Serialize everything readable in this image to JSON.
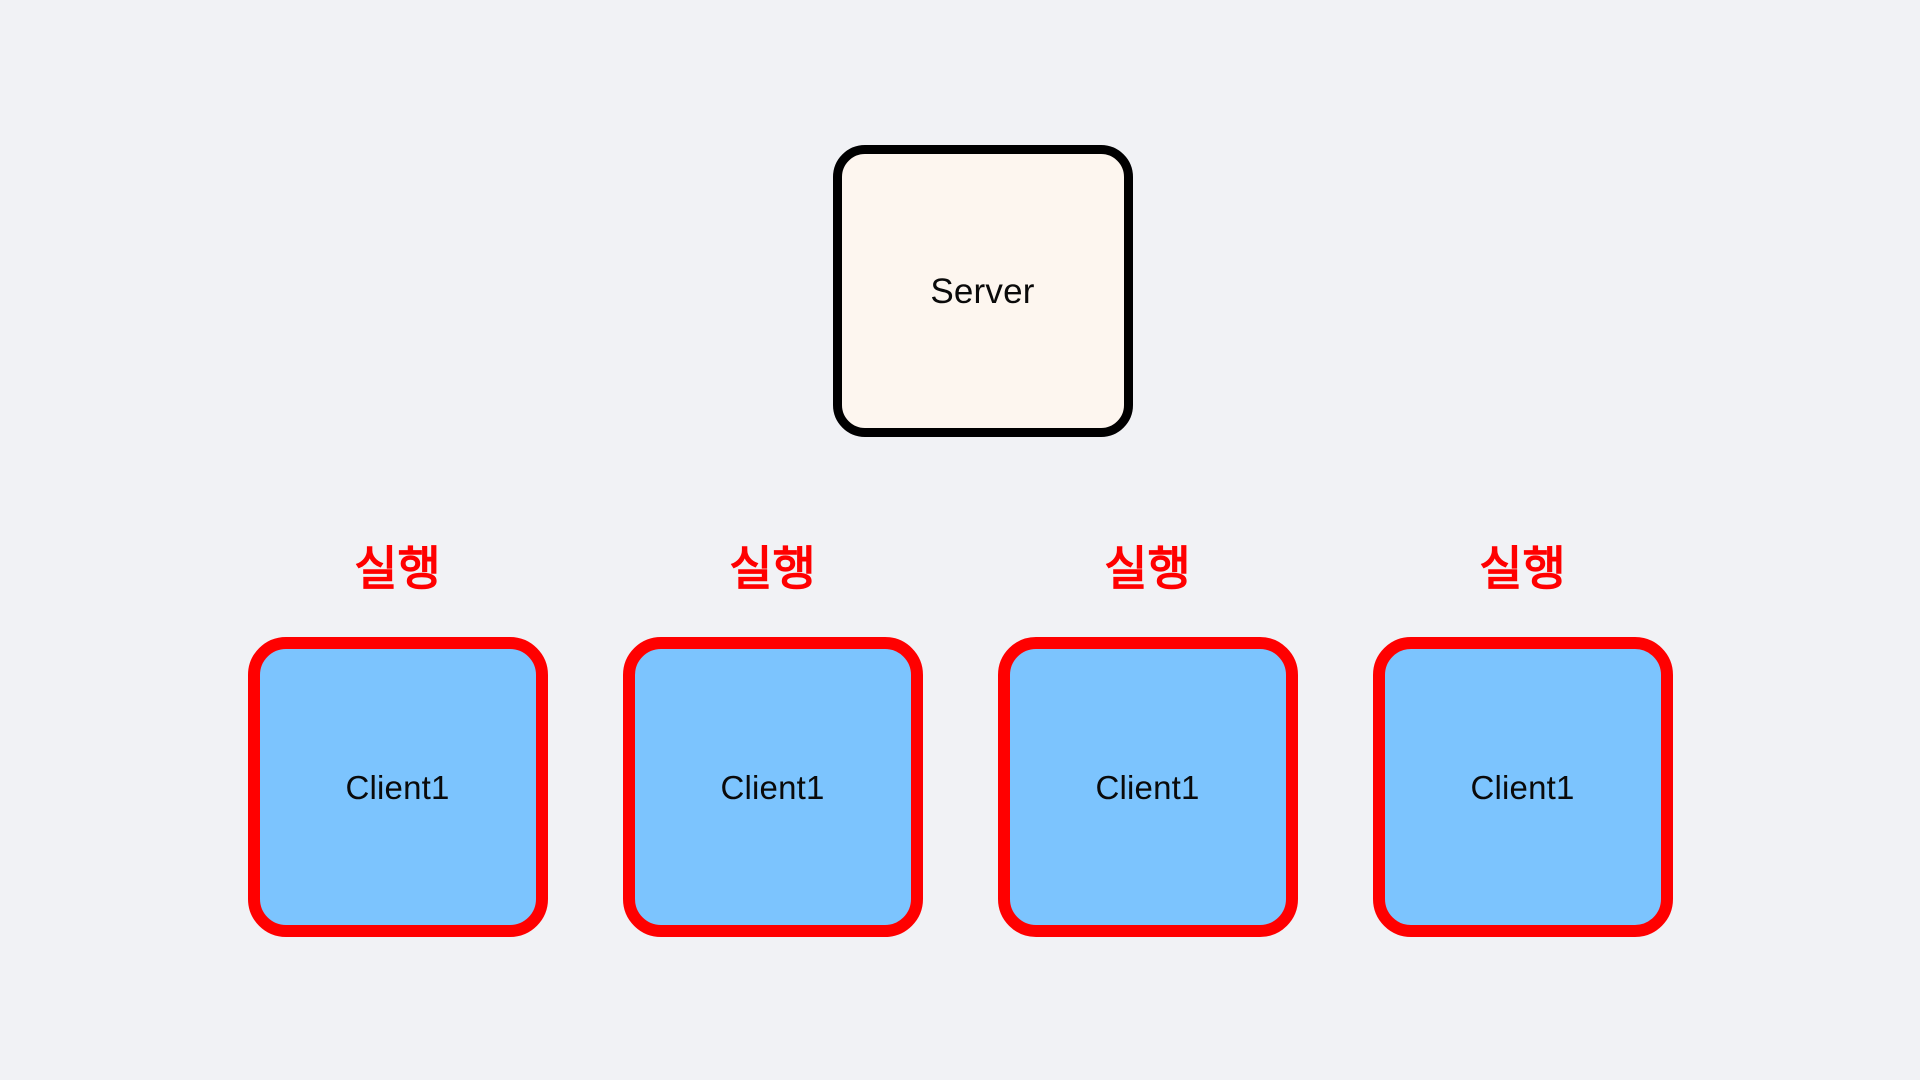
{
  "diagram": {
    "background_color": "#F1F2F5",
    "server": {
      "label": "Server",
      "fill_color": "#FDF6EF",
      "border_color": "#000000",
      "text_color": "#0A0A0A"
    },
    "clients": [
      {
        "run_label": "실행",
        "label": "Client1"
      },
      {
        "run_label": "실행",
        "label": "Client1"
      },
      {
        "run_label": "실행",
        "label": "Client1"
      },
      {
        "run_label": "실행",
        "label": "Client1"
      }
    ],
    "client_style": {
      "fill_color": "#7CC4FE",
      "border_color": "#FF0000",
      "text_color": "#0A0A0A",
      "run_label_color": "#FF0000"
    }
  }
}
